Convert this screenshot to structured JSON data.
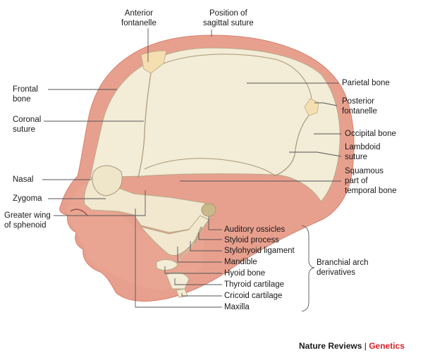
{
  "labels": {
    "anterior_fontanelle": "Anterior\nfontanelle",
    "sagittal_suture": "Position of\nsagittal suture",
    "parietal_bone": "Parietal bone",
    "posterior_fontanelle": "Posterior\nfontanelle",
    "occipital_bone": "Occipital bone",
    "lambdoid_suture": "Lambdoid\nsuture",
    "squamous_temporal": "Squamous\npart of\ntemporal bone",
    "frontal_bone": "Frontal\nbone",
    "coronal_suture": "Coronal\nsuture",
    "nasal": "Nasal",
    "zygoma": "Zygoma",
    "greater_wing": "Greater wing\nof sphenoid",
    "auditory_ossicles": "Auditory ossicles",
    "styloid_process": "Styloid process",
    "stylohyoid_ligament": "Stylohyoid ligament",
    "mandible": "Mandible",
    "hyoid_bone": "Hyoid bone",
    "thyroid_cartilage": "Thyroid cartilage",
    "cricoid_cartilage": "Cricoid cartilage",
    "maxilla": "Maxilla",
    "branchial_arch": "Branchial arch\nderivatives"
  },
  "credit": {
    "publisher": "Nature Reviews",
    "separator": "|",
    "journal": "Genetics"
  },
  "colors": {
    "skin": "#e8a08e",
    "skin_edge": "#d77f6c",
    "bone": "#f3ecd6",
    "fontanelle": "#f5dfb0",
    "line": "#555555",
    "ossicle": "#c9b98a",
    "journal_red": "#d2232a"
  }
}
